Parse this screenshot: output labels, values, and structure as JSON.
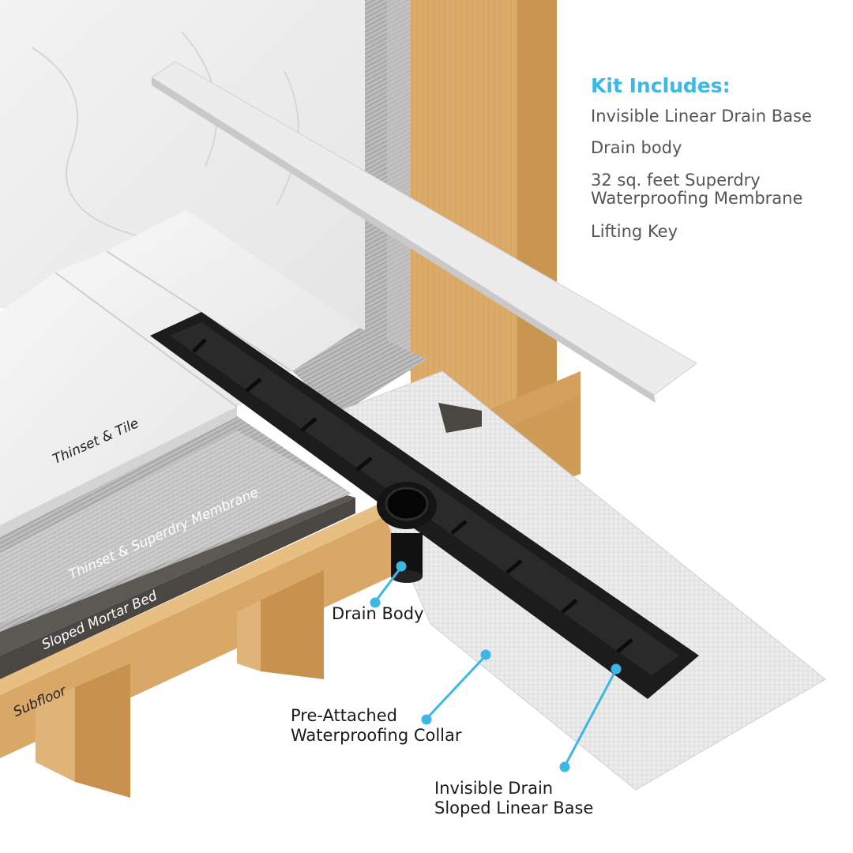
{
  "kit": {
    "title": "Kit Includes:",
    "items": [
      "Invisible Linear Drain Base",
      "Drain body",
      "32 sq. feet Superdry",
      "Waterproofing Membrane",
      "Lifting Key"
    ]
  },
  "layers": {
    "thinset_tile": "Thinset & Tile",
    "thinset_membrane": "Thinset & Superdry Membrane",
    "mortar_bed": "Sloped Mortar Bed",
    "subfloor": "Subfloor"
  },
  "callouts": {
    "drain_body": "Drain Body",
    "collar_line1": "Pre-Attached",
    "collar_line2": "Waterproofing Collar",
    "base_line1": "Invisible Drain",
    "base_line2": "Sloped Linear Base"
  },
  "colors": {
    "accent": "#3db7e4",
    "wood": "#d9a866",
    "drain": "#1c1c1c",
    "membrane": "#eeeeee",
    "tile": "#f1f1f1",
    "mortar": "#5c5854"
  }
}
